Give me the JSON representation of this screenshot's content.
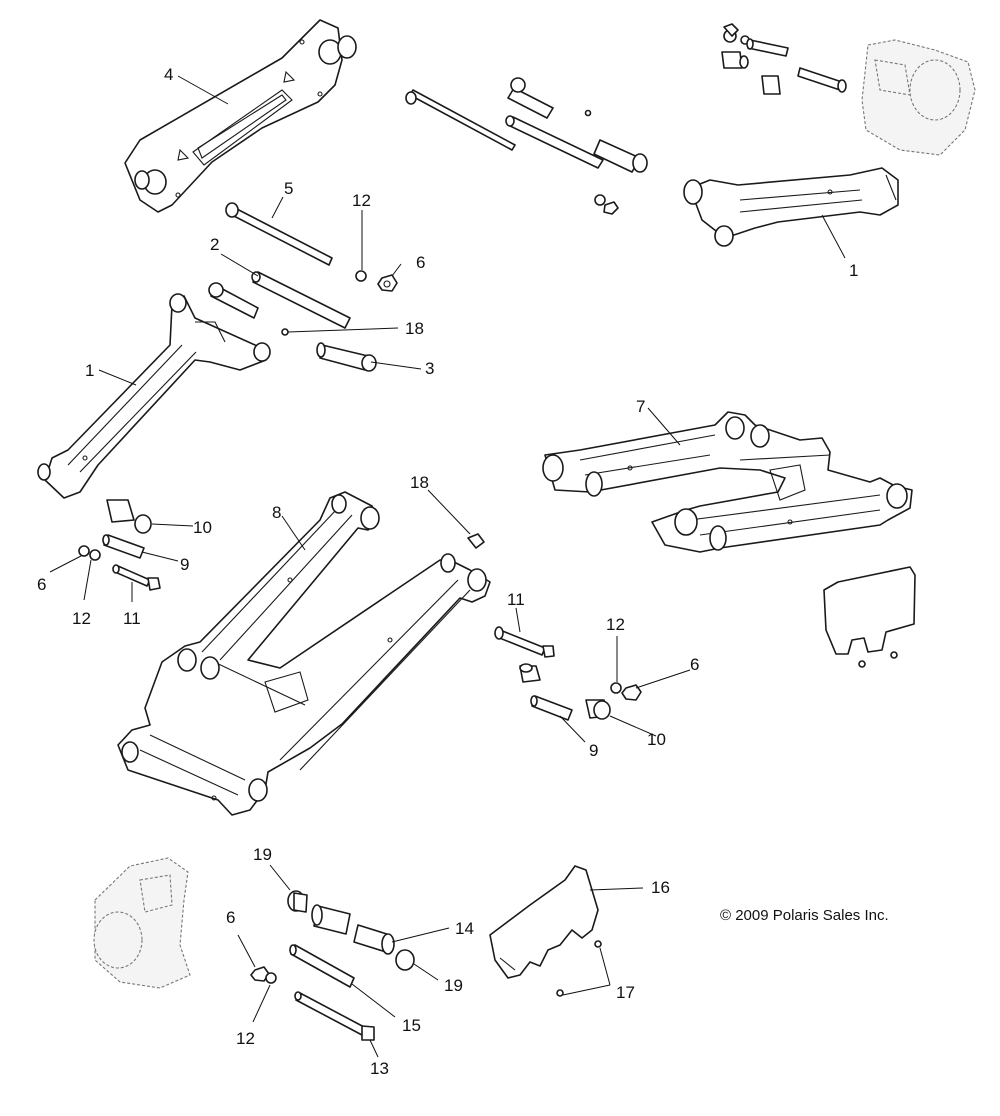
{
  "diagram": {
    "callouts": {
      "c1_top": "1",
      "c1_left": "1",
      "c2": "2",
      "c3": "3",
      "c4": "4",
      "c5": "5",
      "c6_mid": "6",
      "c6_left": "6",
      "c6_right": "6",
      "c6_bottom": "6",
      "c7": "7",
      "c8": "8",
      "c9_left": "9",
      "c9_right": "9",
      "c10_left": "10",
      "c10_right": "10",
      "c11_left": "11",
      "c11_right": "11",
      "c12_mid": "12",
      "c12_left": "12",
      "c12_right": "12",
      "c12_bottom": "12",
      "c13": "13",
      "c14": "14",
      "c15": "15",
      "c16": "16",
      "c17": "17",
      "c18_mid": "18",
      "c18_right": "18",
      "c19_top": "19",
      "c19_bottom": "19"
    },
    "copyright": "© 2009 Polaris Sales Inc."
  }
}
